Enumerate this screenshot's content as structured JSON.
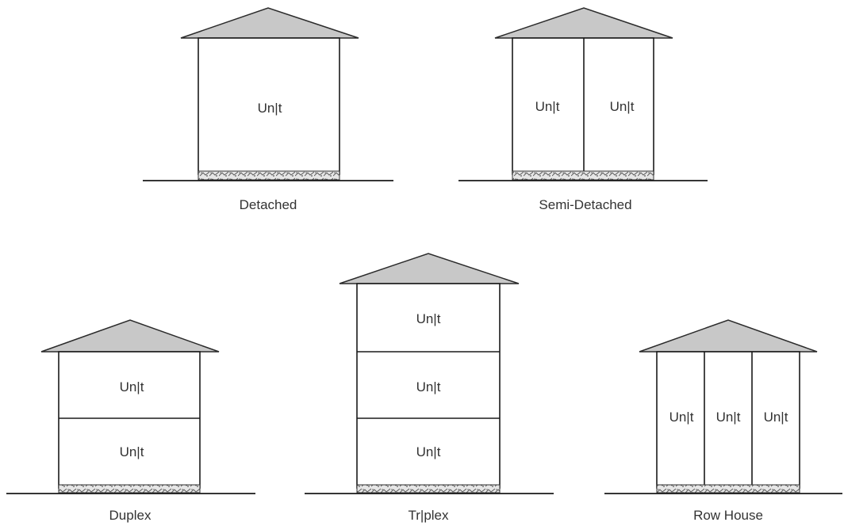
{
  "unit_text": "Un|t",
  "houses": {
    "detached": {
      "caption": "Detached",
      "units": [
        "Un|t"
      ]
    },
    "semi_detached": {
      "caption": "Semi-Detached",
      "units": [
        "Un|t",
        "Un|t"
      ]
    },
    "duplex": {
      "caption": "Duplex",
      "units": [
        "Un|t",
        "Un|t"
      ]
    },
    "triplex": {
      "caption": "Tr|plex",
      "units": [
        "Un|t",
        "Un|t",
        "Un|t"
      ]
    },
    "row_house": {
      "caption": "Row House",
      "units": [
        "Un|t",
        "Un|t",
        "Un|t"
      ]
    }
  },
  "colors": {
    "roof": "#c8c8c8",
    "outline": "#1a1a1a",
    "text": "#333333"
  }
}
